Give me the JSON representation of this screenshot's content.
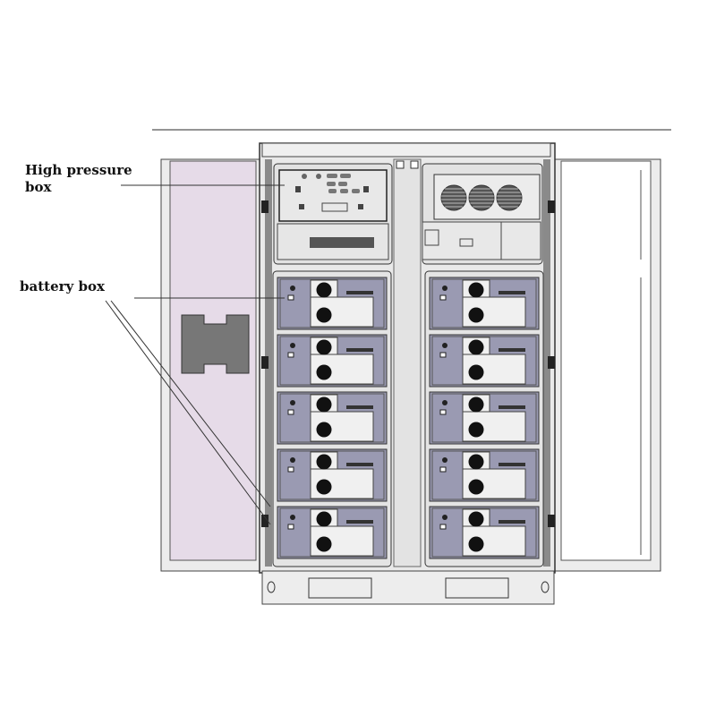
{
  "labels": {
    "high_pressure_line1": "High pressure",
    "high_pressure_line2": "box",
    "battery_box": "battery box"
  },
  "cabinet": {
    "battery_columns": 2,
    "battery_rows": 5,
    "fan_count": 3
  },
  "colors": {
    "door_left_fill": "#e6dbe8",
    "battery_fill": "#9a9ab2",
    "cabinet_fill": "#e9e9e9",
    "line": "#3a3a3a"
  }
}
